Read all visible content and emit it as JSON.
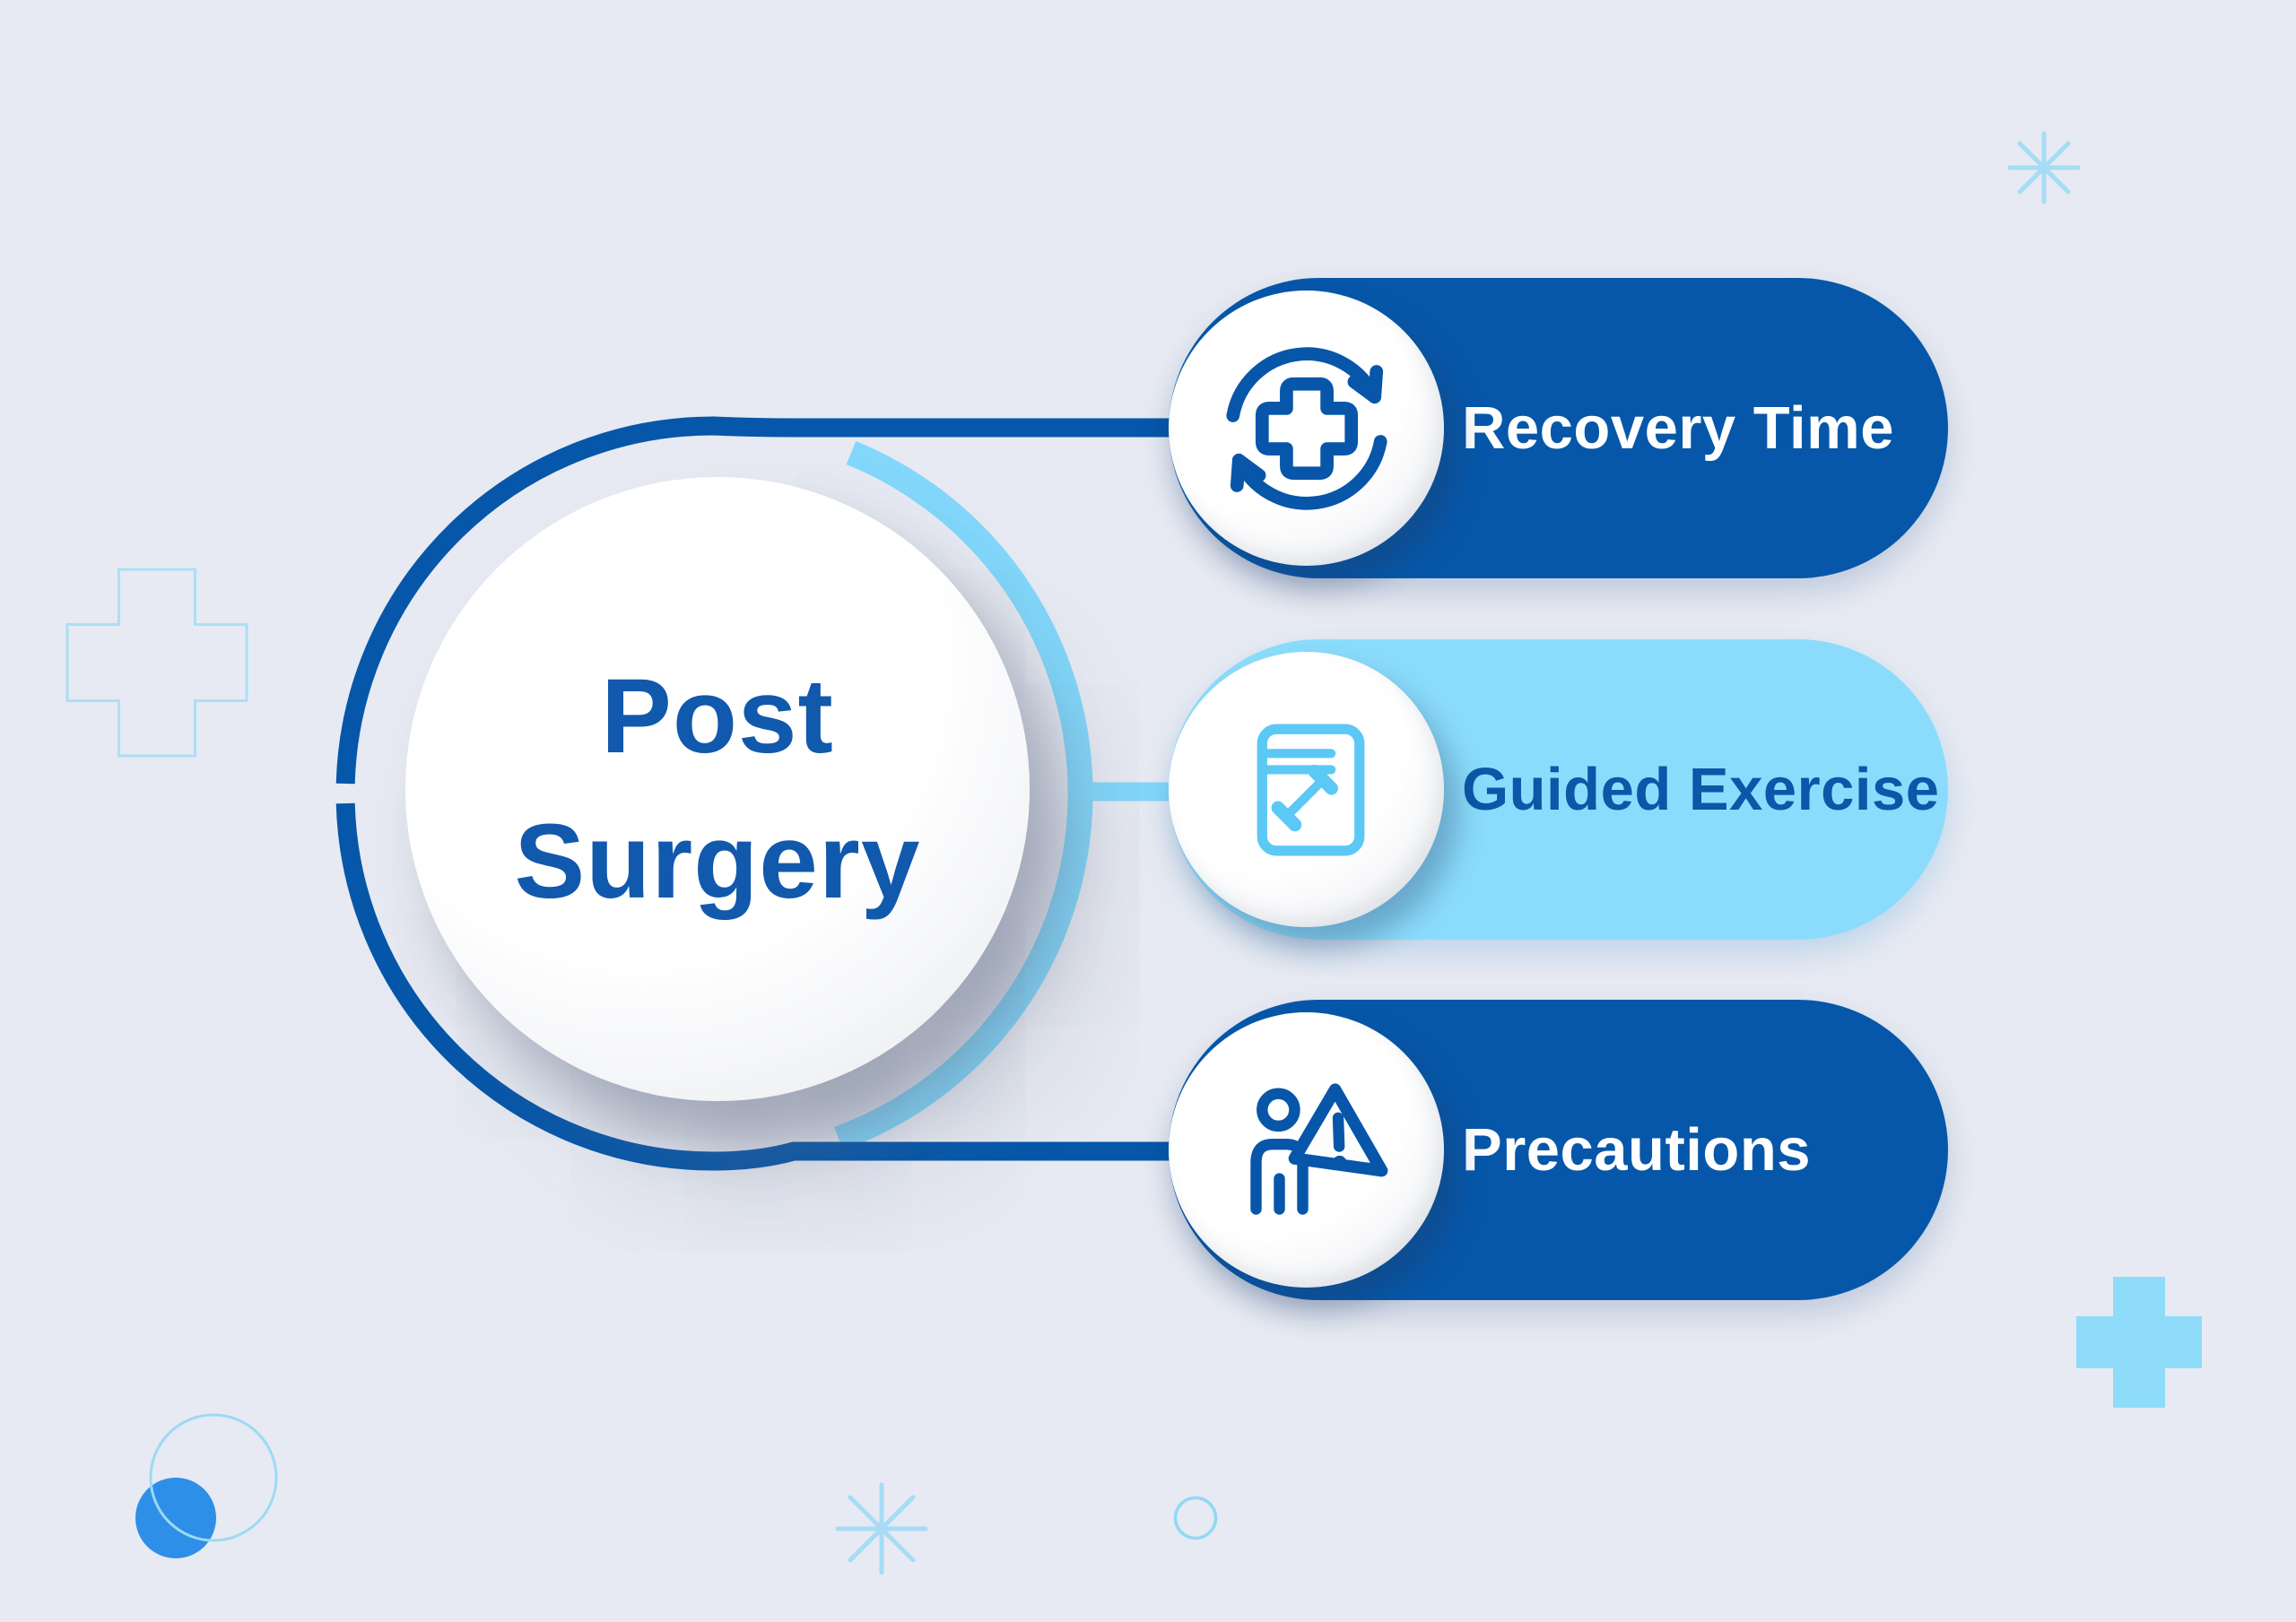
{
  "title": {
    "line1": "Post",
    "line2": "Surgery"
  },
  "pills": [
    {
      "label": "Recovery Time",
      "style": "dark",
      "icon": "recovery-cycle-cross-icon"
    },
    {
      "label": "Guided Exercise",
      "style": "light",
      "icon": "exercise-book-dumbbell-icon"
    },
    {
      "label": "Precautions",
      "style": "dark",
      "icon": "person-warning-icon"
    }
  ],
  "colors": {
    "background": "#E7EAF2",
    "primary_blue": "#0657A9",
    "light_blue": "#8BDCFC",
    "title_blue": "#1159AC",
    "accent_solid_circle": "#2E8FE9",
    "decor_light_stroke": "#A8DCF6"
  },
  "decorations": [
    "cross-outline-icon",
    "asterisk-icon",
    "solid-cross-icon",
    "circle-outline-icon",
    "solid-circle-icon",
    "small-circle-outline-icon",
    "asterisk-icon"
  ]
}
